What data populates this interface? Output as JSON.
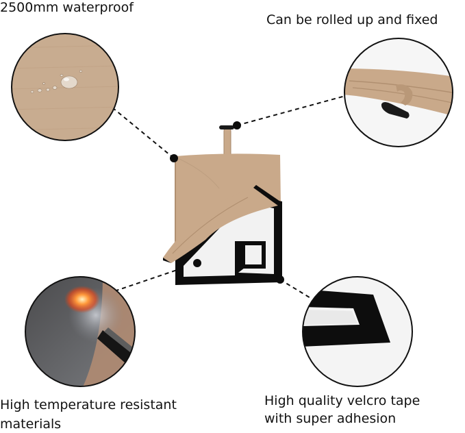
{
  "features": {
    "waterproof": {
      "label": "2500mm waterproof"
    },
    "rolled": {
      "label": "Can be rolled up and fixed"
    },
    "temperature": {
      "line1": "High temperature resistant",
      "line2": "materials"
    },
    "velcro": {
      "line1": "High quality velcro tape",
      "line2": "with super adhesion"
    }
  },
  "colors": {
    "fabric": "#c9a98a",
    "fabric_dark": "#b08f70",
    "border": "#0d0d0d",
    "liner": "#f2f2f2",
    "leader": "#111111"
  }
}
